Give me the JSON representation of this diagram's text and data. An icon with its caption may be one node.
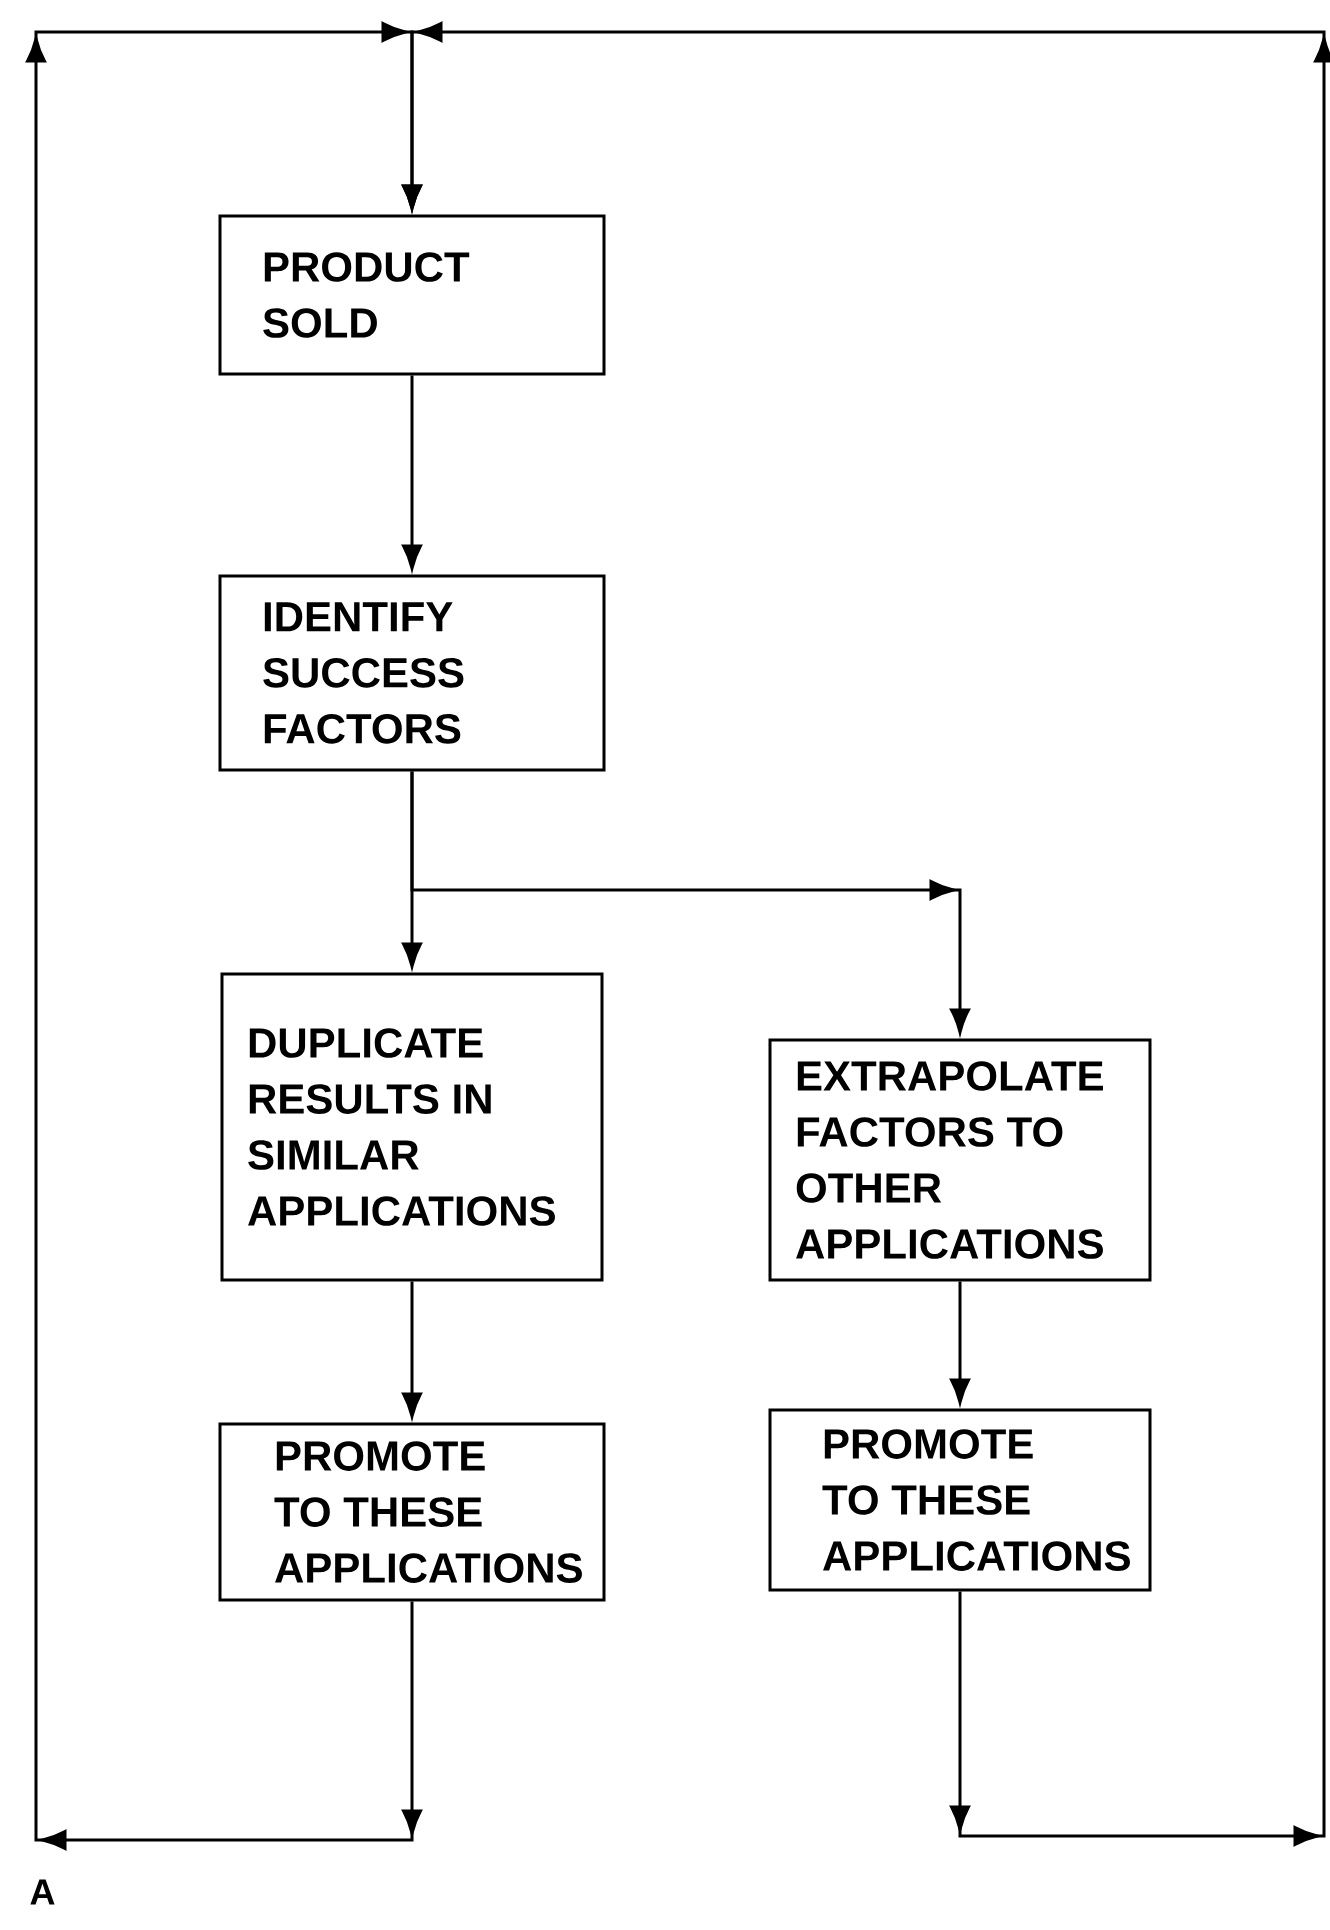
{
  "diagram": {
    "nodes": [
      {
        "text": [
          "PRODUCT SOLD"
        ]
      },
      {
        "text": [
          "IDENTIFY SUCCESS FACTORS"
        ]
      },
      {
        "text": [
          "DUPLICATE RESULTS IN SIMILAR APPLICATIONS"
        ]
      },
      {
        "text": [
          "EXTRAPOLATE FACTORS TO OTHER APPLICATIONS"
        ]
      },
      {
        "text": [
          "PROMOTE TO THESE APPLICATIONS"
        ]
      },
      {
        "text": [
          "PROMOTE TO THESE APPLICATIONS"
        ]
      }
    ],
    "edges": [
      {
        "from": 0,
        "to": 1,
        "arrow": "to"
      },
      {
        "from": 1,
        "to": 2,
        "arrow": "to"
      },
      {
        "from": 1,
        "to": 3,
        "arrow": "to"
      },
      {
        "from": 2,
        "to": 4,
        "arrow": "to"
      },
      {
        "from": 3,
        "to": 5,
        "arrow": "to"
      },
      {
        "from": 4,
        "to": 0,
        "arrow": "to"
      },
      {
        "from": 5,
        "to": 0,
        "arrow": "to"
      }
    ],
    "labels": [
      "A"
    ]
  }
}
